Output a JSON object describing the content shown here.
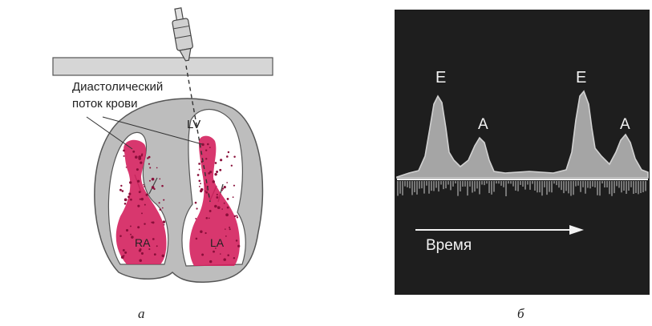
{
  "panel_a": {
    "annotation_line1": "Диастолический",
    "annotation_line2": "поток крови",
    "label_lv": "LV",
    "label_ra": "RA",
    "label_la": "LA",
    "caption": "а"
  },
  "panel_b": {
    "peak_e_1": "E",
    "peak_a_1": "A",
    "peak_e_2": "E",
    "peak_a_2": "A",
    "time_label": "Время",
    "caption": "б"
  },
  "colors": {
    "blood_flow": "#d4215e",
    "tissue": "#b9b9b9",
    "doppler_background": "#1e1e1e",
    "doppler_signal": "#f2f2f2"
  },
  "icons": [
    "doppler-probe-icon",
    "time-arrow-icon"
  ]
}
